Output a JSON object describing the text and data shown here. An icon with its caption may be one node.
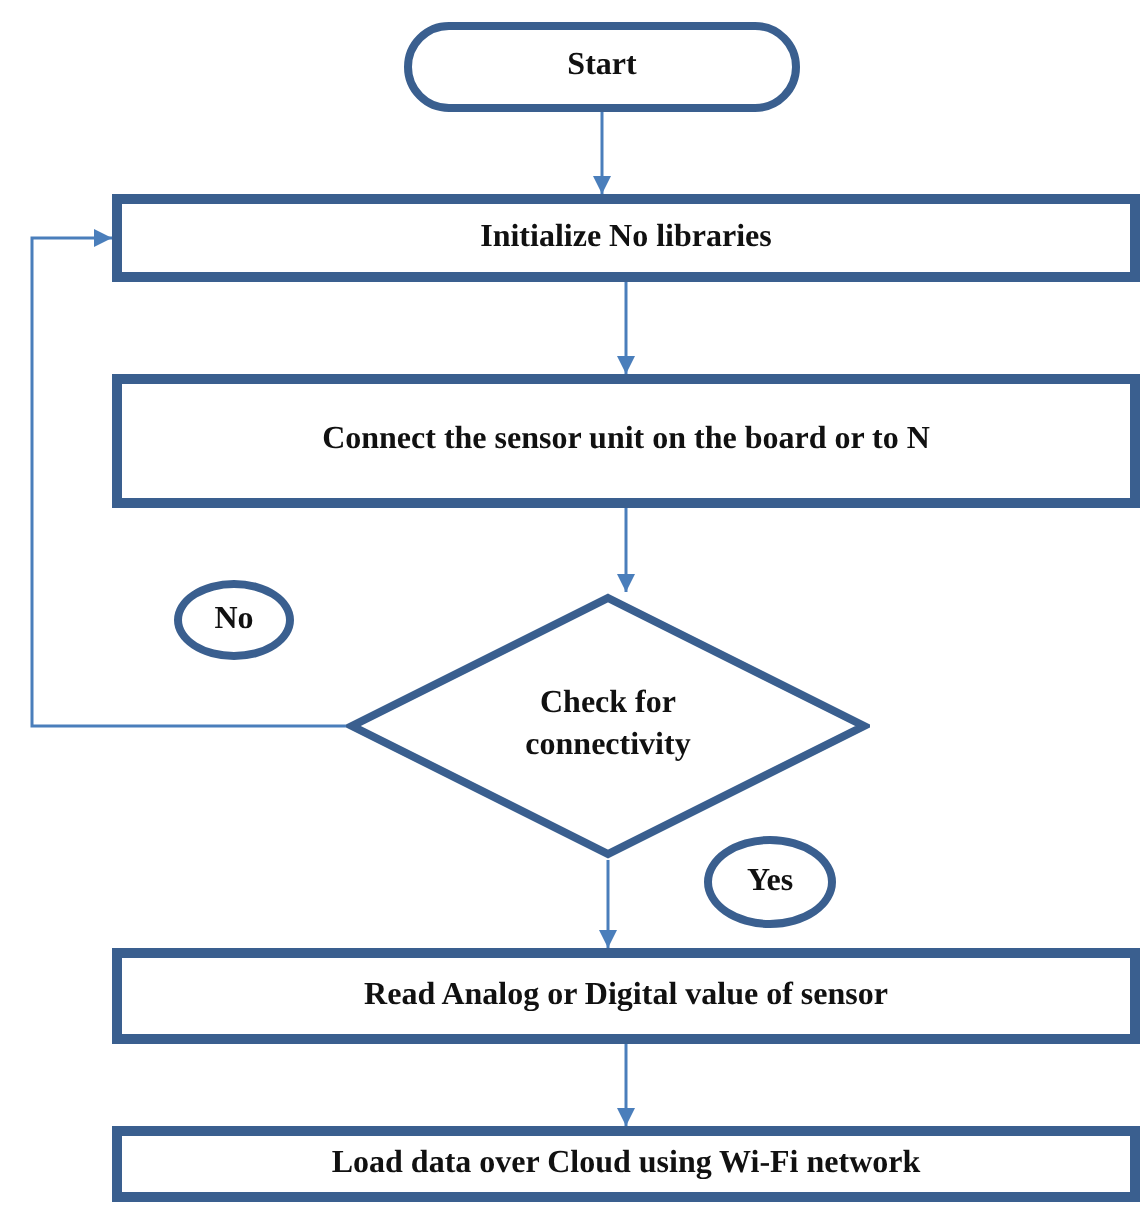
{
  "diagram": {
    "nodes": [
      {
        "text": [
          "Start"
        ]
      },
      {
        "text": [
          "Initialize No libraries"
        ]
      },
      {
        "text": [
          "Connect the sensor unit on the board or to N"
        ]
      },
      {
        "text": [
          "No"
        ]
      },
      {
        "text": [
          "Check for connectivity"
        ]
      },
      {
        "text": [
          "Yes"
        ]
      },
      {
        "text": [
          "Read Analog or Digital value of sensor"
        ]
      },
      {
        "text": [
          "Load data over Cloud using Wi-Fi network"
        ]
      }
    ],
    "edges": [
      {
        "from": 0,
        "to": 1,
        "arrow": "to"
      },
      {
        "from": 1,
        "to": 2,
        "arrow": "to"
      },
      {
        "from": 2,
        "to": 4,
        "arrow": "to"
      },
      {
        "from": 4,
        "to": 1,
        "arrow": "to"
      },
      {
        "from": 4,
        "to": 6,
        "arrow": "to"
      },
      {
        "from": 6,
        "to": 7,
        "arrow": "to"
      }
    ]
  }
}
